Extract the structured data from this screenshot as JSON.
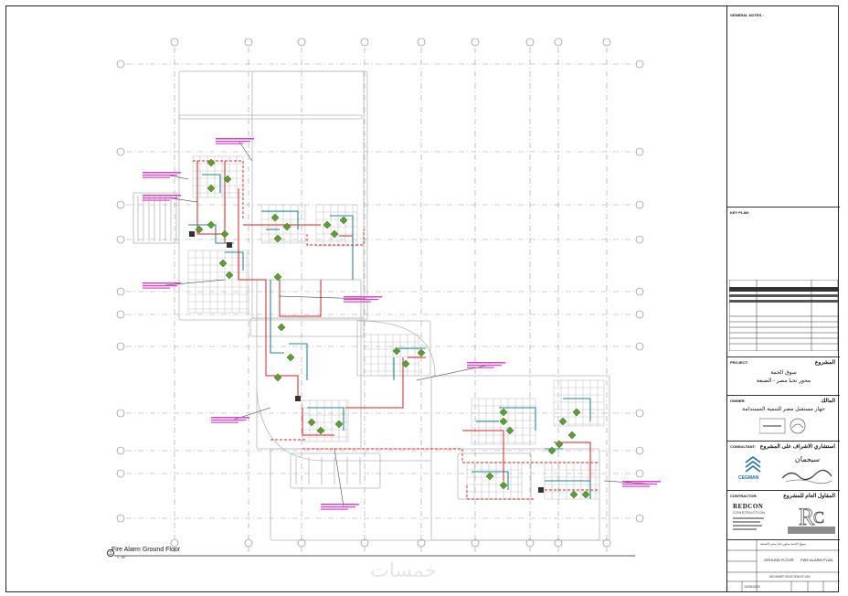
{
  "drawing": {
    "view_title": "Fire Alarm Ground Floor",
    "view_scale": "1 : 50",
    "view_number": "1"
  },
  "title_block": {
    "general_notes_label": "GENERAL NOTES :",
    "key_plan_label": "KEY PLAN",
    "project_label": "PROJECT:",
    "project_label_ar": "المشروع",
    "project_name_ar_1": "سوق الحمة",
    "project_name_ar_2": "محور تحيا مصر - الضبعة",
    "owner_label": "OWNER:",
    "owner_label_ar": "المالك",
    "owner_name_ar": "جهاز مستقبل مصر للتنمية المستدامة",
    "consultant_label": "CONSULTANT:",
    "consultant_label_ar": "استشاري الاشراف على المشروع",
    "consultant_logo_text": "CEGMAN",
    "consultant_ar": "سيجمان",
    "contractor_label": "CONTRACTOR:",
    "contractor_label_ar": "المقاول العام للمشروع",
    "contractor_name": "REDCON",
    "contractor_sub": "CONSTRUCTION",
    "sheet_title_1": "GROUND FLOOR",
    "sheet_title_2": "FIRE ALARM PLAN",
    "sheet_title_ar": "سوق الحمة محور تحيا مصر الضبعة",
    "drawing_number": "MCH/MEP-ELEC/FA/GF-001",
    "date": "15/08/2025"
  },
  "watermark": "خمسات",
  "colors": {
    "grid": "#9a9a9a",
    "walls": "#b5b5b5",
    "pipe_red": "#d42020",
    "pipe_teal": "#1f8a94",
    "device": "#5aa02c",
    "note_pink": "#e040c8",
    "leader": "#222222"
  }
}
